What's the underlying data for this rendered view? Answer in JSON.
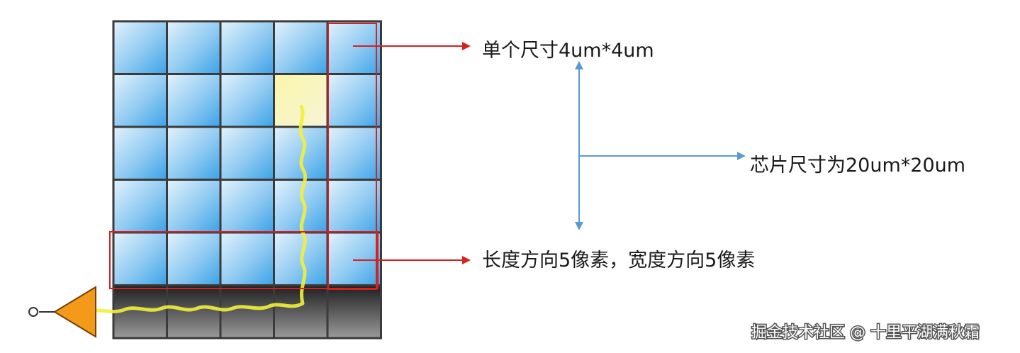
{
  "annotations": {
    "pixel_size": "单个尺寸4um*4um",
    "chip_size": "芯片尺寸为20um*20um",
    "pixel_count": "长度方向5像素，宽度方向5像素"
  },
  "watermark": "掘金技术社区 @ 十里平湖满秋霜",
  "colors": {
    "pixel_blue_light": "#e4f2fc",
    "pixel_blue_dark": "#3aa2e8",
    "lit_pixel_yellow": "#fbf7a8",
    "dark_row": "#2b2b2b",
    "grid_line": "#3b3b3b",
    "highlight_red": "#d82020",
    "dimension_blue": "#5b9bd5",
    "charge_path_yellow": "#f1ef3c",
    "amplifier_orange": "#f39a1b"
  },
  "grid": {
    "columns": 5,
    "pixel_rows": 5,
    "readout_rows": 1,
    "lit_pixel": "row 2, column 4"
  }
}
